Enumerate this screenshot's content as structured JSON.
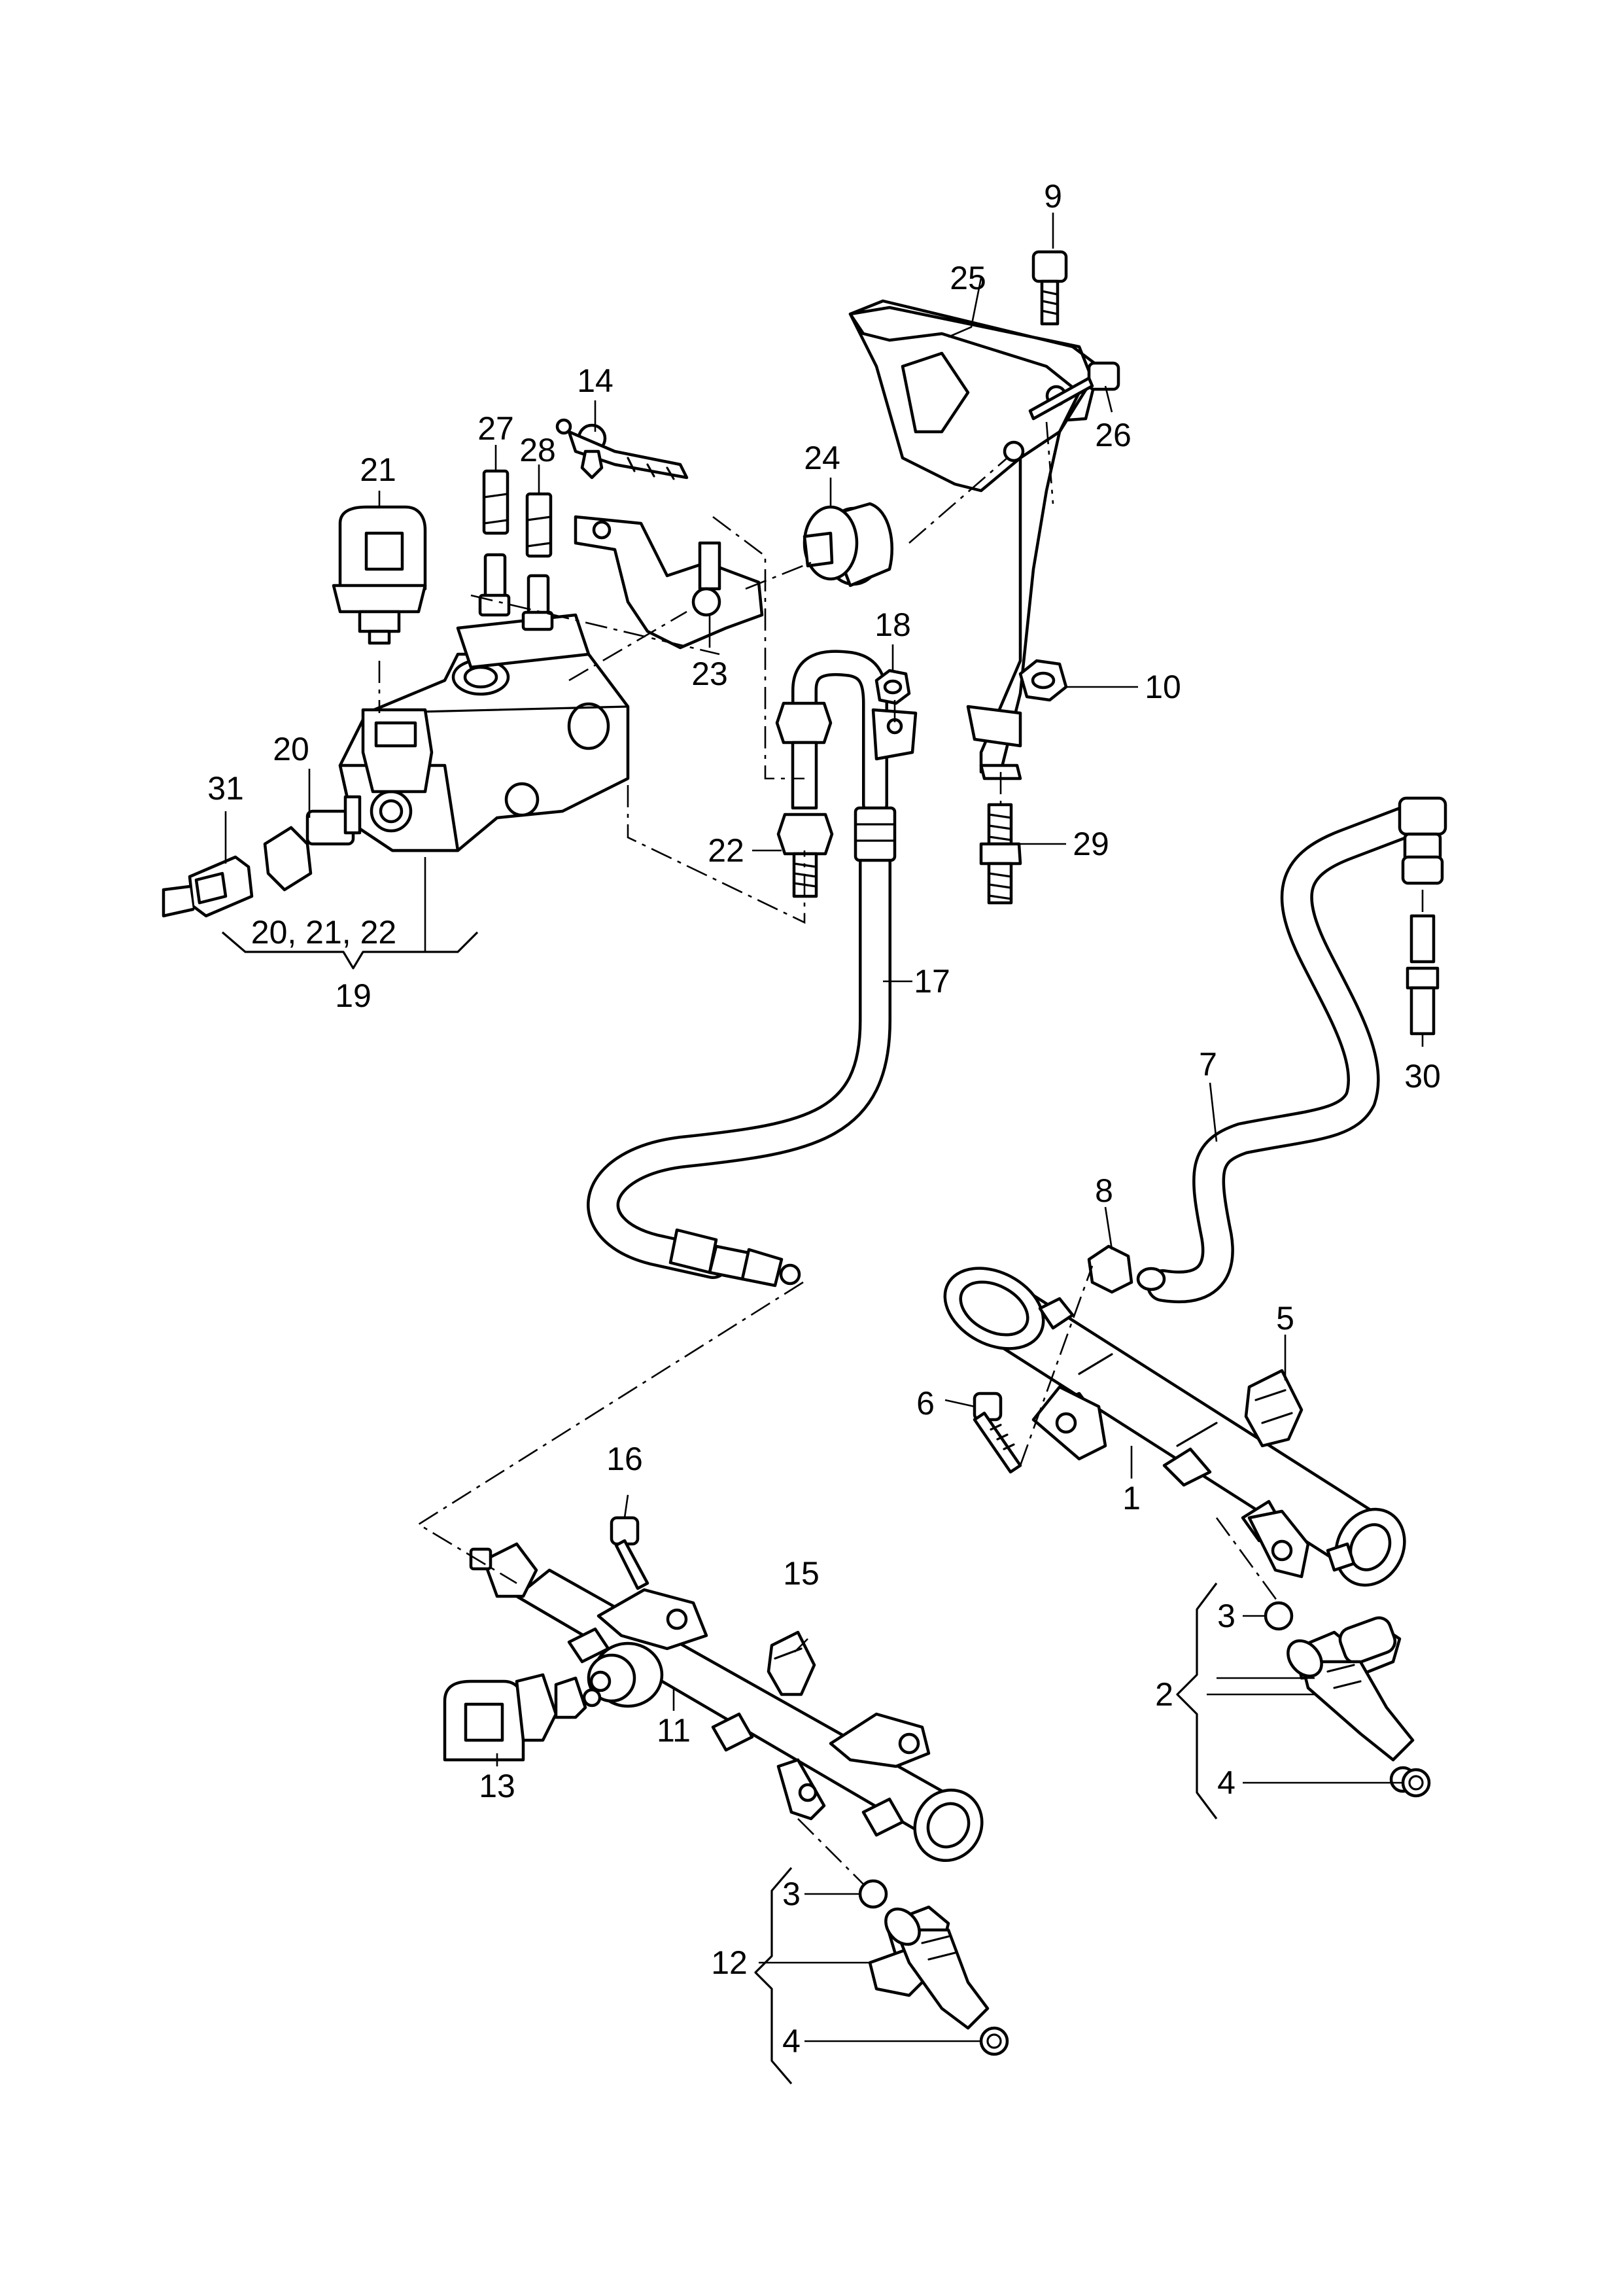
{
  "callouts": {
    "c1": "1",
    "c2": "2",
    "c3a": "3",
    "c3b": "3",
    "c4a": "4",
    "c4b": "4",
    "c5": "5",
    "c6": "6",
    "c7": "7",
    "c8": "8",
    "c9": "9",
    "c10": "10",
    "c11": "11",
    "c12": "12",
    "c13": "13",
    "c14": "14",
    "c15": "15",
    "c16": "16",
    "c17": "17",
    "c18": "18",
    "c19": "19",
    "c20": "20",
    "c20_21_22": "20, 21, 22",
    "c21": "21",
    "c22": "22",
    "c23": "23",
    "c24": "24",
    "c25": "25",
    "c26": "26",
    "c27": "27",
    "c28": "28",
    "c29": "29",
    "c30": "30",
    "c31": "31"
  },
  "colors": {
    "line": "#000000",
    "background": "#ffffff"
  }
}
